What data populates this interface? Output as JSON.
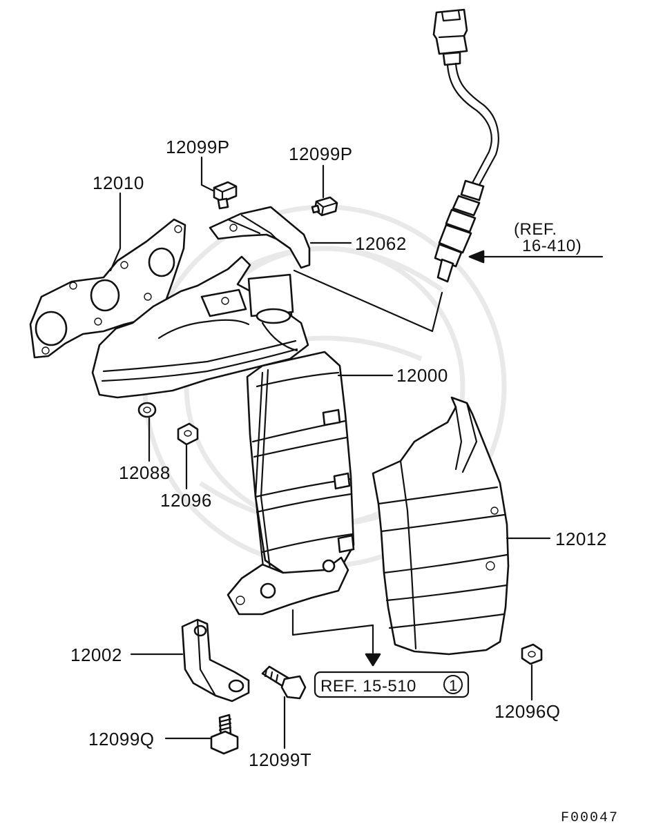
{
  "figure_code": "F00047",
  "labels": {
    "p12099P_a": "12099P",
    "p12099P_b": "12099P",
    "p12010": "12010",
    "p12062": "12062",
    "p12000": "12000",
    "p12088": "12088",
    "p12096": "12096",
    "p12012": "12012",
    "p12002": "12002",
    "p12099Q": "12099Q",
    "p12099T": "12099T",
    "p12096Q": "12096Q"
  },
  "references": {
    "ref_16_410_line1": "(REF.",
    "ref_16_410_line2": "16-410)",
    "ref_15_510_text": "REF. 15-510",
    "ref_15_510_circle": "1"
  },
  "colors": {
    "ink": "#111111",
    "watermark": "#e9e9e9",
    "background": "#ffffff"
  }
}
